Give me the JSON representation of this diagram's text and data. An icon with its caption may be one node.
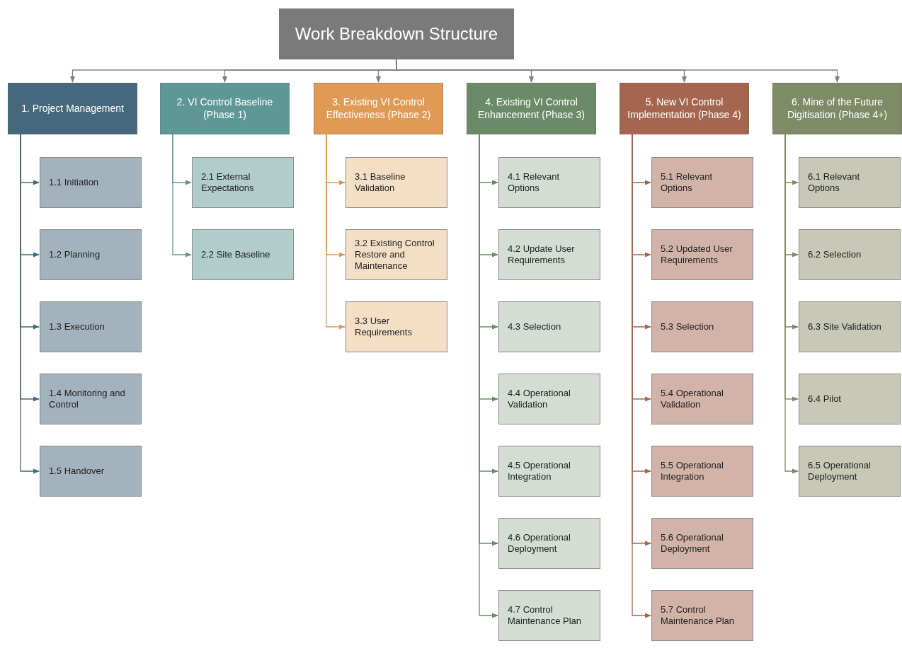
{
  "diagram": {
    "nodes": [
      {
        "text": [
          "Work Breakdown Structure"
        ]
      },
      {
        "text": [
          "1. Project Management"
        ]
      },
      {
        "text": [
          "1.1 Initiation"
        ]
      },
      {
        "text": [
          "1.2 Planning"
        ]
      },
      {
        "text": [
          "1.3 Execution"
        ]
      },
      {
        "text": [
          "1.4 Monitoring and Control"
        ]
      },
      {
        "text": [
          "1.5 Handover"
        ]
      },
      {
        "text": [
          "2. VI Control Baseline (Phase 1)"
        ]
      },
      {
        "text": [
          "2.1 External Expectations"
        ]
      },
      {
        "text": [
          "2.2 Site Baseline"
        ]
      },
      {
        "text": [
          "3. Existing VI Control Effectiveness (Phase 2)"
        ]
      },
      {
        "text": [
          "3.1 Baseline Validation"
        ]
      },
      {
        "text": [
          "3.2 Existing Control Restore and Maintenance"
        ]
      },
      {
        "text": [
          "3.3 User Requirements"
        ]
      },
      {
        "text": [
          "4. Existing VI Control Enhancement (Phase 3)"
        ]
      },
      {
        "text": [
          "4.1 Relevant Options"
        ]
      },
      {
        "text": [
          "4.2 Update User Requirements"
        ]
      },
      {
        "text": [
          "4.3 Selection"
        ]
      },
      {
        "text": [
          "4.4 Operational Validation"
        ]
      },
      {
        "text": [
          "4.5 Operational Integration"
        ]
      },
      {
        "text": [
          "4.6 Operational Deployment"
        ]
      },
      {
        "text": [
          "4.7 Control Maintenance Plan"
        ]
      },
      {
        "text": [
          "5. New VI Control Implementation (Phase 4)"
        ]
      },
      {
        "text": [
          "5.1 Relevant Options"
        ]
      },
      {
        "text": [
          "5.2 Updated User Requirements"
        ]
      },
      {
        "text": [
          "5.3 Selection"
        ]
      },
      {
        "text": [
          "5.4 Operational Validation"
        ]
      },
      {
        "text": [
          "5.5 Operational Integration"
        ]
      },
      {
        "text": [
          "5.6 Operational Deployment"
        ]
      },
      {
        "text": [
          "5.7 Control Maintenance Plan"
        ]
      },
      {
        "text": [
          "6. Mine of the Future Digitisation (Phase 4+)"
        ]
      },
      {
        "text": [
          "6.1 Relevant Options"
        ]
      },
      {
        "text": [
          "6.2 Selection"
        ]
      },
      {
        "text": [
          "6.3 Site Validation"
        ]
      },
      {
        "text": [
          "6.4 Pilot"
        ]
      },
      {
        "text": [
          "6.5 Operational Deployment"
        ]
      }
    ],
    "edges": [
      {
        "from": 0,
        "to": 1,
        "arrow": "to"
      },
      {
        "from": 0,
        "to": 7,
        "arrow": "to"
      },
      {
        "from": 0,
        "to": 10,
        "arrow": "to"
      },
      {
        "from": 0,
        "to": 14,
        "arrow": "to"
      },
      {
        "from": 0,
        "to": 22,
        "arrow": "to"
      },
      {
        "from": 0,
        "to": 30,
        "arrow": "to"
      },
      {
        "from": 1,
        "to": 2,
        "arrow": "to",
        "color": "#45687c"
      },
      {
        "from": 1,
        "to": 3,
        "arrow": "to",
        "color": "#45687c"
      },
      {
        "from": 1,
        "to": 4,
        "arrow": "to",
        "color": "#45687c"
      },
      {
        "from": 1,
        "to": 5,
        "arrow": "to",
        "color": "#45687c"
      },
      {
        "from": 1,
        "to": 6,
        "arrow": "to",
        "color": "#45687c"
      },
      {
        "from": 7,
        "to": 8,
        "arrow": "to",
        "color": "#5e9896"
      },
      {
        "from": 7,
        "to": 9,
        "arrow": "to",
        "color": "#5e9896"
      },
      {
        "from": 10,
        "to": 11,
        "arrow": "to",
        "color": "#e09a56"
      },
      {
        "from": 10,
        "to": 12,
        "arrow": "to",
        "color": "#e09a56"
      },
      {
        "from": 10,
        "to": 13,
        "arrow": "to",
        "color": "#e09a56"
      },
      {
        "from": 14,
        "to": 15,
        "arrow": "to",
        "color": "#6b8a68"
      },
      {
        "from": 14,
        "to": 16,
        "arrow": "to",
        "color": "#6b8a68"
      },
      {
        "from": 14,
        "to": 17,
        "arrow": "to",
        "color": "#6b8a68"
      },
      {
        "from": 14,
        "to": 18,
        "arrow": "to",
        "color": "#6b8a68"
      },
      {
        "from": 14,
        "to": 19,
        "arrow": "to",
        "color": "#6b8a68"
      },
      {
        "from": 14,
        "to": 20,
        "arrow": "to",
        "color": "#6b8a68"
      },
      {
        "from": 14,
        "to": 21,
        "arrow": "to",
        "color": "#6b8a68"
      },
      {
        "from": 22,
        "to": 23,
        "arrow": "to",
        "color": "#a5664f"
      },
      {
        "from": 22,
        "to": 24,
        "arrow": "to",
        "color": "#a5664f"
      },
      {
        "from": 22,
        "to": 25,
        "arrow": "to",
        "color": "#a5664f"
      },
      {
        "from": 22,
        "to": 26,
        "arrow": "to",
        "color": "#a5664f"
      },
      {
        "from": 22,
        "to": 27,
        "arrow": "to",
        "color": "#a5664f"
      },
      {
        "from": 22,
        "to": 28,
        "arrow": "to",
        "color": "#a5664f"
      },
      {
        "from": 22,
        "to": 29,
        "arrow": "to",
        "color": "#a5664f"
      },
      {
        "from": 30,
        "to": 31,
        "arrow": "to",
        "color": "#7f8a66"
      },
      {
        "from": 30,
        "to": 32,
        "arrow": "to",
        "color": "#7f8a66"
      },
      {
        "from": 30,
        "to": 33,
        "arrow": "to",
        "color": "#7f8a66"
      },
      {
        "from": 30,
        "to": 34,
        "arrow": "to",
        "color": "#7f8a66"
      },
      {
        "from": 30,
        "to": 35,
        "arrow": "to",
        "color": "#7f8a66"
      }
    ]
  }
}
